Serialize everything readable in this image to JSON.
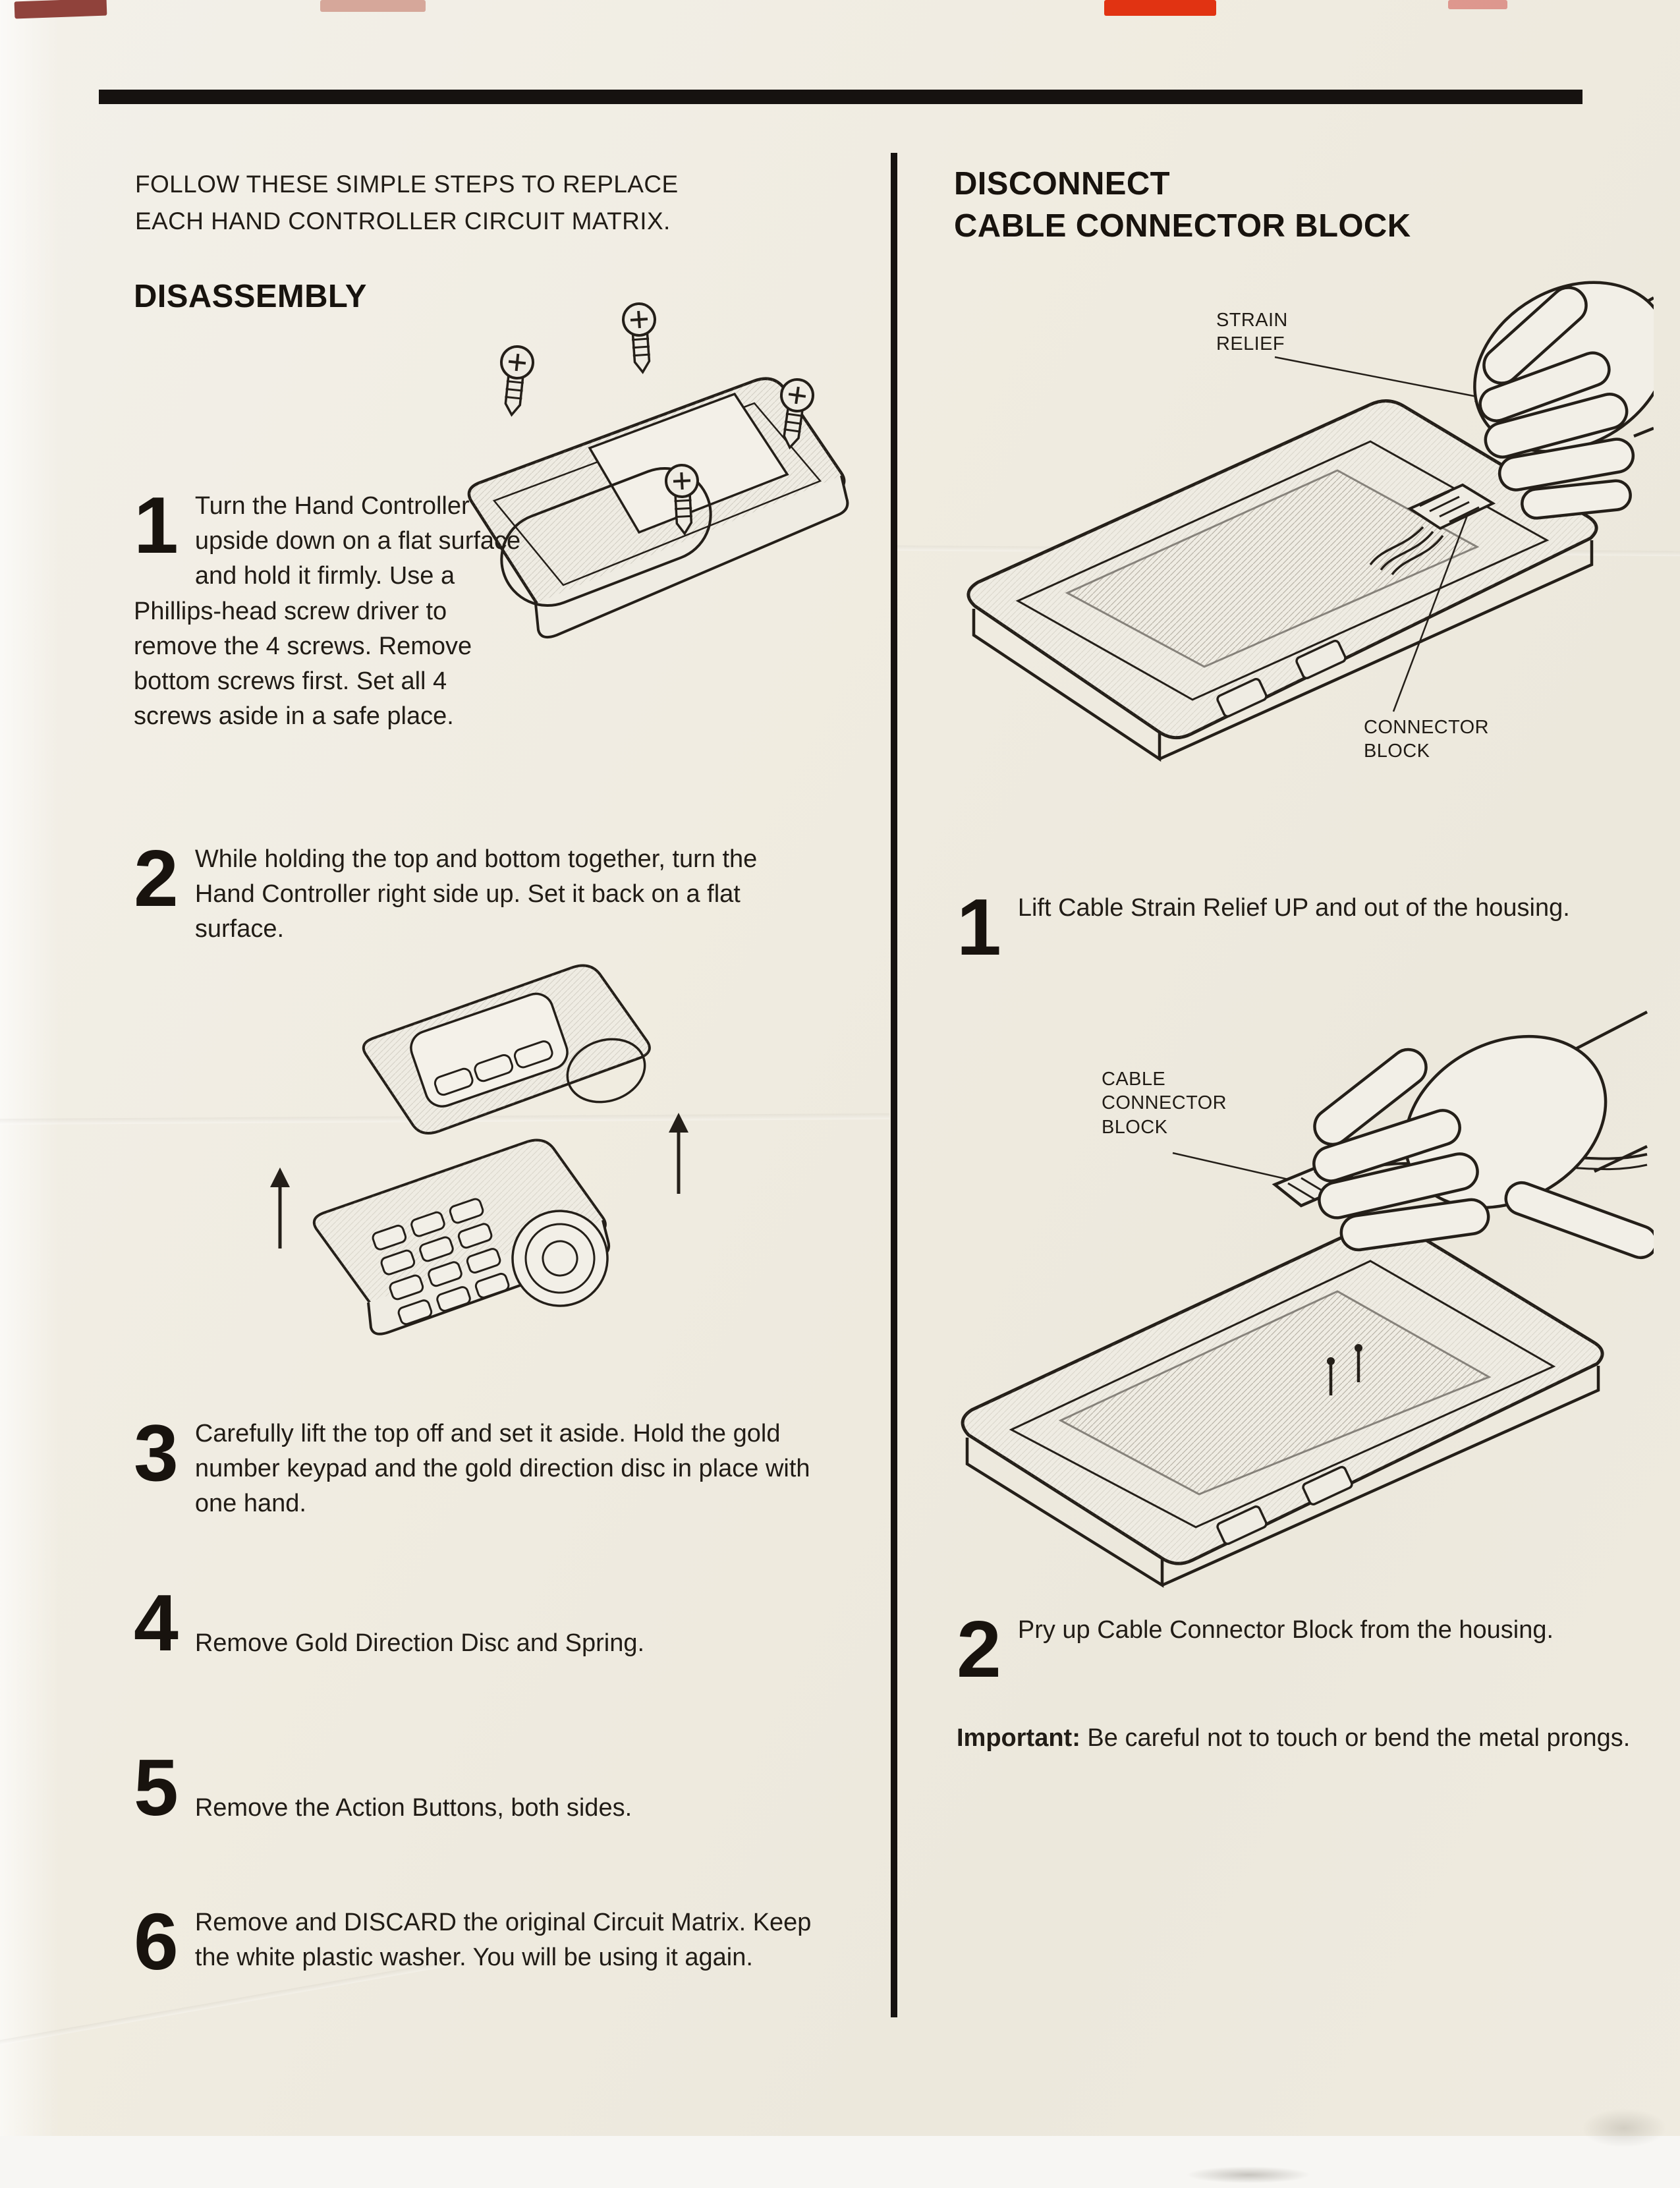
{
  "intro": {
    "line1": "FOLLOW THESE SIMPLE STEPS TO REPLACE",
    "line2": "EACH HAND CONTROLLER CIRCUIT MATRIX."
  },
  "left": {
    "heading": "DISASSEMBLY",
    "steps": [
      {
        "number": "1",
        "text": "Turn the Hand Controller upside down on a flat surface and hold it firmly. Use a Phillips-head screw driver to remove the 4 screws. Remove bottom screws first. Set all 4 screws aside in a safe place."
      },
      {
        "number": "2",
        "text": "While holding the top and bottom together, turn the Hand Controller right side up. Set it back on a flat surface."
      },
      {
        "number": "3",
        "text": "Carefully lift the top off and set it aside. Hold the gold number keypad and the gold direction disc in place with one hand."
      },
      {
        "number": "4",
        "text": "Remove Gold Direction Disc and Spring."
      },
      {
        "number": "5",
        "text": "Remove the Action Buttons, both sides."
      },
      {
        "number": "6",
        "text": "Remove and DISCARD the original Circuit Matrix. Keep the white plastic washer. You will be using it again."
      }
    ]
  },
  "right": {
    "heading_line1": "DISCONNECT",
    "heading_line2": "CABLE CONNECTOR BLOCK",
    "labels": {
      "strain_relief": "STRAIN\nRELIEF",
      "connector_block": "CONNECTOR\nBLOCK",
      "cable_connector_block": "CABLE\nCONNECTOR\nBLOCK"
    },
    "steps": [
      {
        "number": "1",
        "text": "Lift Cable Strain Relief UP and out of the housing."
      },
      {
        "number": "2",
        "text": "Pry up Cable Connector Block from the housing."
      }
    ],
    "important": {
      "label": "Important:",
      "text": " Be careful not to touch or bend the metal prongs."
    }
  }
}
